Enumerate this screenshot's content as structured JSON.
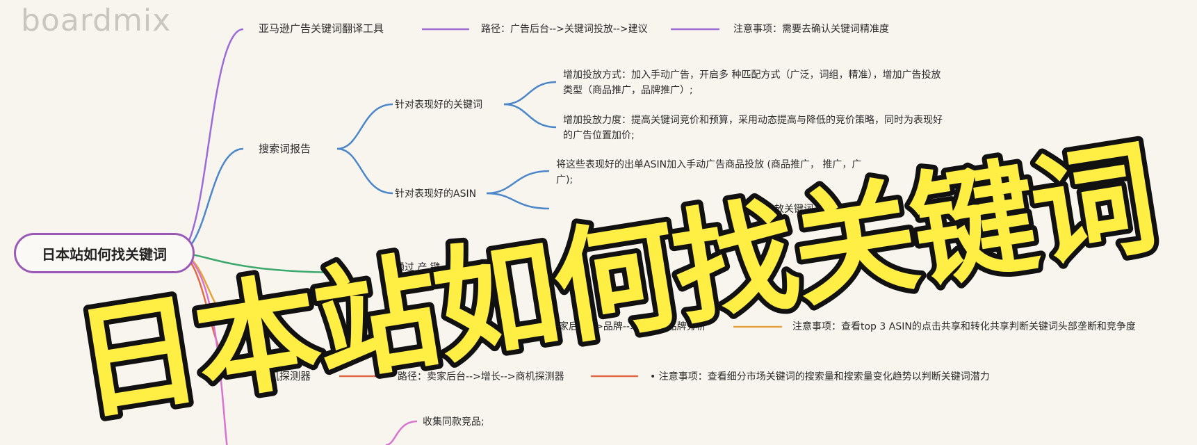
{
  "watermark": "boardmix",
  "root": "日本站如何找关键词",
  "overlay_title": "日本站如何找关键词",
  "branches": {
    "b1": {
      "title": "亚马逊广告关键词翻译工具",
      "path": "路径：广告后台-->关键词投放-->建议",
      "note": "注意事项：需要去确认关键词精准度",
      "color": "#9b6bd6"
    },
    "b2": {
      "title": "搜索词报告",
      "color": "#4a86c8",
      "sub1": {
        "title": "针对表现好的关键词",
        "items": [
          "增加投放方式：加入手动广告，开启多 种匹配方式（广泛，词组，精准），增加广告投放类型（商品推广，品牌推广）;",
          "增加投放力度：提高关键词竞价和预算，采用动态提高与降低的竞价策略，同时为表现好的广告位置加价;"
        ]
      },
      "sub2": {
        "title": "针对表现好的ASIN",
        "items": [
          "将这些表现好的出单ASIN加入手动广告商品投放 (商品推广，   推广，广",
          "广);"
        ],
        "partial": "投放关键词"
      }
    },
    "b3": {
      "partial_text": "通过                     产                          键"
    },
    "b4": {
      "path": "路径：卖家后台-->品牌-->亚马逊品牌分析",
      "note": "注意事项：查看top 3 ASIN的点击共享和转化共享判断关键词头部垄断和竞争度",
      "color": "#e8a13a"
    },
    "b5": {
      "title": "商机探测器",
      "path": "路径：卖家后台-->增长-->商机探测器",
      "note": "• 注意事项：查看细分市场关键词的搜索量和搜索量变化趋势以判断关键词潜力",
      "color": "#e06a44"
    },
    "b6": {
      "item1": "收集同款竞品;",
      "color": "#d674d0"
    }
  },
  "colors": {
    "root_border": "#9b59b6",
    "title_fill": "#ffee44",
    "title_stroke": "#111111"
  }
}
